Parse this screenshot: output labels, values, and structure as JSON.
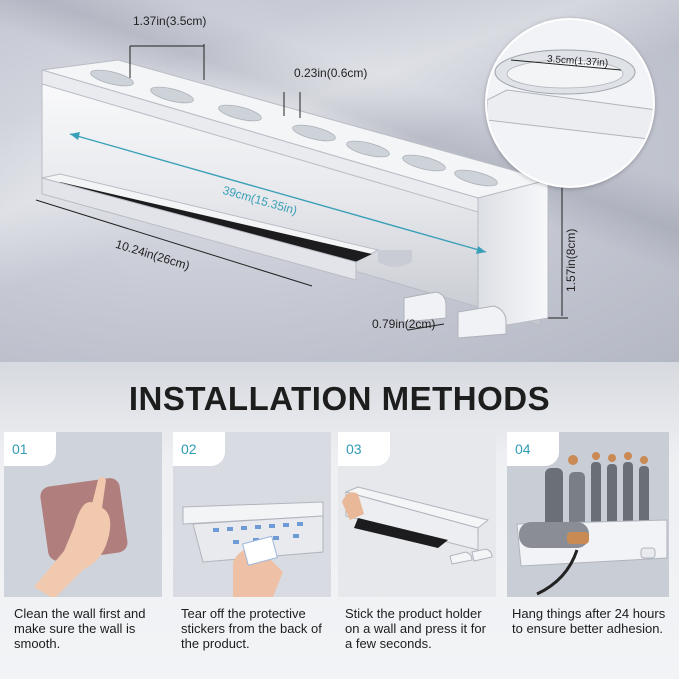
{
  "dimensions": {
    "slot_width": "1.37in(3.5cm)",
    "slot_gap": "0.23in(0.6cm)",
    "zoom_width": "3.5cm(1.37in)",
    "total_length": "39cm(15.35in)",
    "shelf_length": "10.24in(26cm)",
    "height": "1.57in(8cm)",
    "hook_width": "0.79in(2cm)"
  },
  "title": "INSTALLATION METHODS",
  "steps": [
    {
      "number": "01",
      "caption": "Clean the wall first and make sure the wall is smooth."
    },
    {
      "number": "02",
      "caption": "Tear off the protective stickers from the back of the product."
    },
    {
      "number": "03",
      "caption": "Stick the product holder on a wall and press it for a few seconds."
    },
    {
      "number": "04",
      "caption": "Hang things after 24 hours to ensure better adhesion."
    }
  ],
  "colors": {
    "accent": "#2f9bb4",
    "dimension_line": "#3aa0b8"
  }
}
